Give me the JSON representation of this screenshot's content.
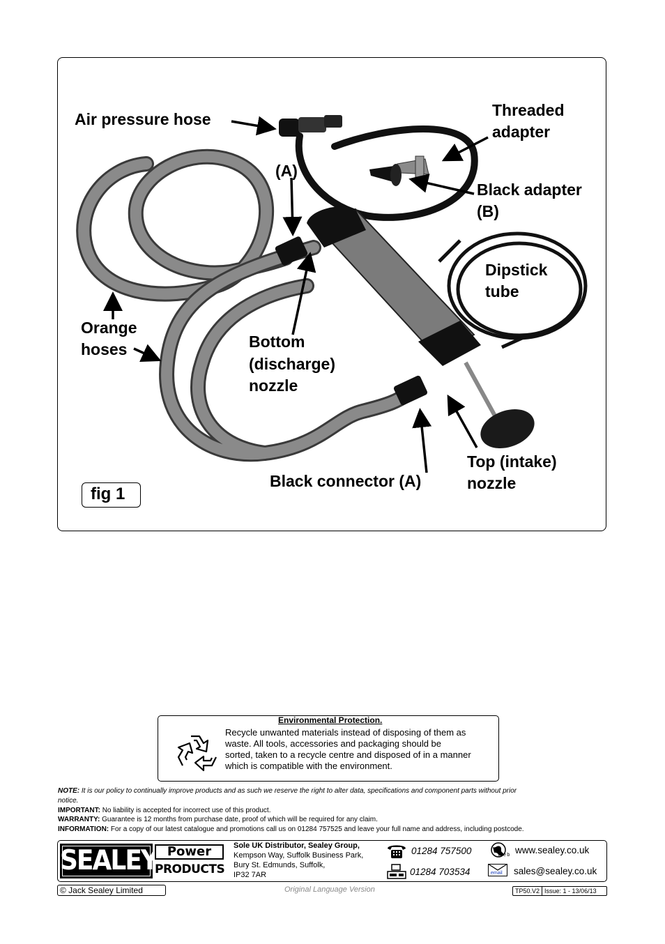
{
  "figure": {
    "labels": {
      "air_pressure_hose": "Air pressure hose",
      "threaded_adapter_1": "Threaded",
      "threaded_adapter_2": "adapter",
      "a_top": "(A)",
      "black_adapter_1": "Black adapter",
      "black_adapter_2": "(B)",
      "dipstick_1": "Dipstick",
      "dipstick_2": "tube",
      "orange_1": "Orange",
      "orange_2": "hoses",
      "bottom_1": "Bottom",
      "bottom_2": "(discharge)",
      "bottom_3": "nozzle",
      "top_1": "Top (intake)",
      "top_2": "nozzle",
      "black_connector": "Black connector (A)"
    },
    "fig_label": "fig 1"
  },
  "environment": {
    "title": "Environmental Protection.",
    "lines": [
      "Recycle unwanted materials instead of disposing of them as",
      "waste. All tools, accessories and packaging should be",
      "sorted, taken to a recycle centre and disposed of in a manner",
      "which is compatible with the environment."
    ]
  },
  "notes": {
    "note_label": "NOTE:",
    "note_text": "It is our policy to continually improve products and as such we reserve the right to alter data, specifications and component parts without prior",
    "note_text_2": "notice.",
    "important_label": "IMPORTANT:",
    "important_text": "No liability is accepted for incorrect use of this product.",
    "warranty_label": "WARRANTY:",
    "warranty_text": "Guarantee is 12 months from purchase date, proof of which will be required for any claim.",
    "information_label": "INFORMATION:",
    "information_text": "For a copy of our latest catalogue and promotions call us on 01284 757525 and leave your full name and address, including postcode."
  },
  "footer": {
    "logo_sealey": "SEALEY",
    "logo_power": "Power",
    "logo_products": "PRODUCTS",
    "distributor_title": "Sole UK Distributor, Sealey Group,",
    "address_1": "Kempson Way, Suffolk Business Park,",
    "address_2": "Bury St. Edmunds, Suffolk,",
    "address_3": "IP32 7AR",
    "phone": "01284 757500",
    "fax": "01284 703534",
    "web_icon_text": "Web",
    "website": "www.sealey.co.uk",
    "email_icon_text": "email",
    "email": "sales@sealey.co.uk",
    "copyright": "© Jack Sealey Limited",
    "language": "Original Language Version",
    "doc_code": "TP50.V2",
    "issue": "Issue: 1 - 13/06/13"
  }
}
